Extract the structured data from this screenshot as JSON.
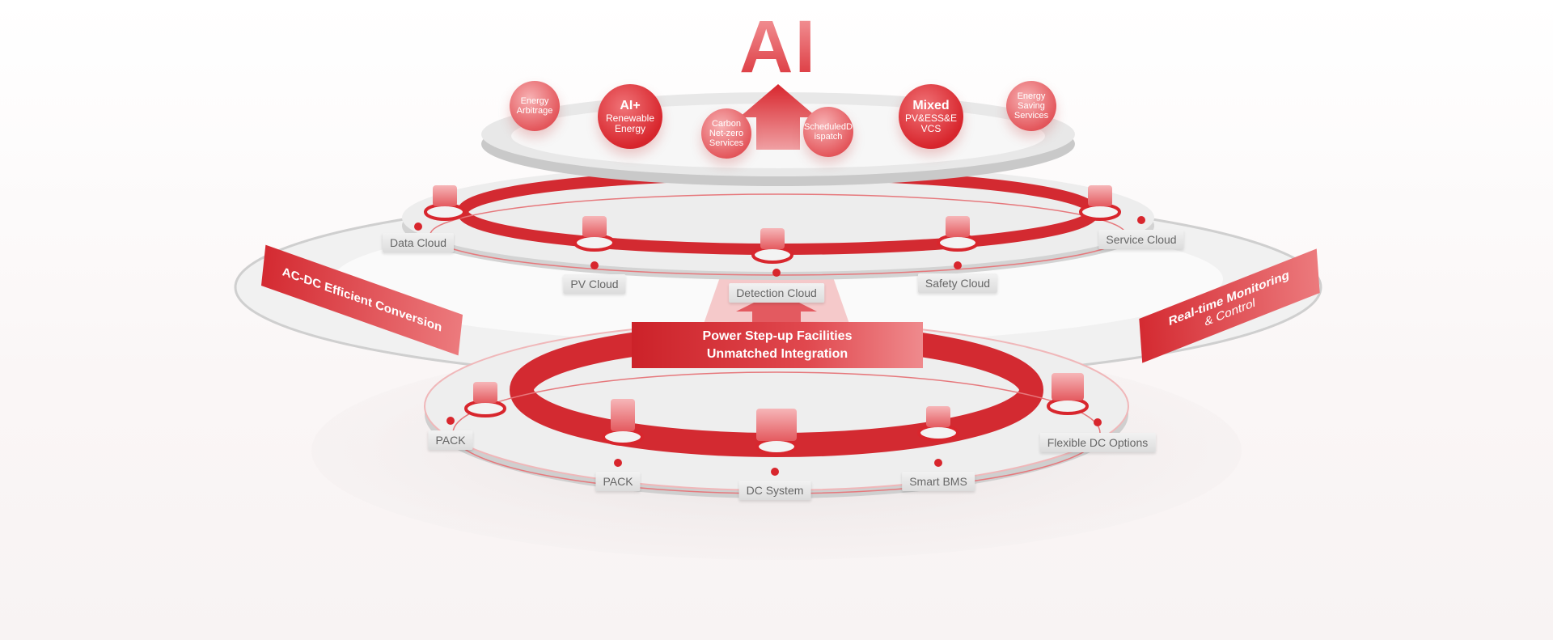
{
  "title": "AI",
  "top_layer": {
    "services": [
      {
        "line1": "Energy",
        "line2": "Arbitrage"
      },
      {
        "heading": "AI+",
        "line1": "Renewable",
        "line2": "Energy"
      },
      {
        "line1": "Carbon",
        "line2": "Net-zero",
        "line3": "Services"
      },
      {
        "line1": "ScheduledD",
        "line2": "ispatch"
      },
      {
        "heading": "Mixed",
        "line1": "PV&ESS&E",
        "line2": "VCS"
      },
      {
        "line1": "Energy",
        "line2": "Saving",
        "line3": "Services"
      }
    ]
  },
  "middle_layer": {
    "clouds": [
      "Data Cloud",
      "PV Cloud",
      "Detection Cloud",
      "Safety Cloud",
      "Service Cloud"
    ]
  },
  "banners": {
    "left": "AC-DC Efficient Conversion",
    "right_line1": "Real-time Monitoring",
    "right_line2": "& Control",
    "center_line1": "Power Step-up Facilities",
    "center_line2": "Unmatched Integration"
  },
  "bottom_layer": {
    "items": [
      "PACK",
      "PACK",
      "DC System",
      "Smart BMS",
      "Flexible DC Options"
    ]
  },
  "colors": {
    "accent": "#d8262d",
    "disk": "#e6e6e6",
    "label_text": "#666666"
  }
}
